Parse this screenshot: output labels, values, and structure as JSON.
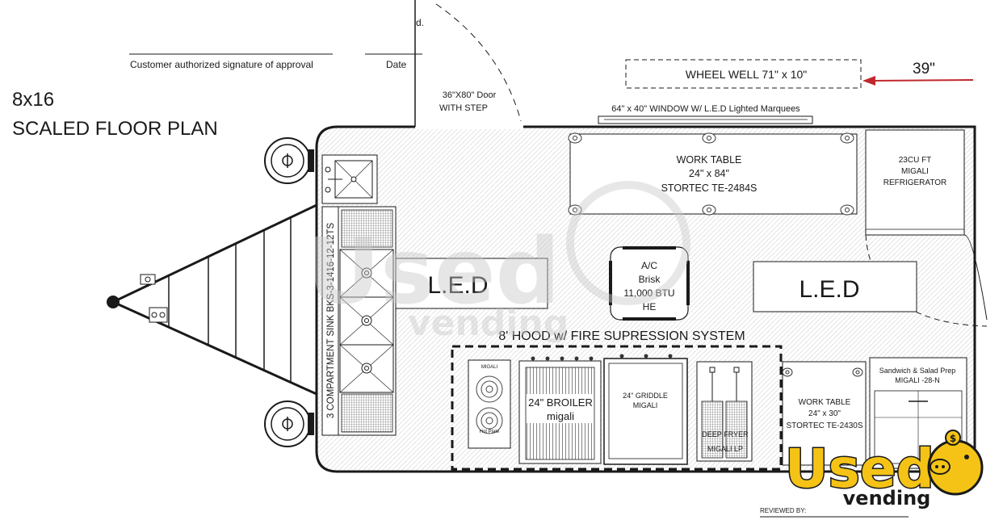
{
  "header": {
    "signature_label": "Customer authorized signature of approval",
    "date_label": "Date",
    "partial_top_text": "d.",
    "plan_size": "8x16",
    "plan_title": "SCALED FLOOR PLAN"
  },
  "door": {
    "line1": "36\"X80\" Door",
    "line2": "WITH STEP"
  },
  "wheel_well": {
    "label": "WHEEL WELL  71\" x 10\"",
    "dimension": "39\""
  },
  "window": {
    "label": "64\" x 40\" WINDOW W/ L.E.D Lighted Marquees"
  },
  "work_table_large": {
    "line1": "WORK TABLE",
    "line2": "24\" x 84\"",
    "line3": "STORTEC  TE-2484S"
  },
  "refrigerator": {
    "line1": "23CU FT",
    "line2": "MIGALI",
    "line3": "REFRIGERATOR"
  },
  "led_left": "L.E.D",
  "led_right": "L.E.D",
  "ac_unit": {
    "line1": "A/C",
    "line2": "Brisk",
    "line3": "11,000 BTU",
    "line4": "HE"
  },
  "sink": {
    "label": "3 COMPARTMENT SINK BKS-3-1416-12-12TS"
  },
  "hood": {
    "label": "8' HOOD w/ FIRE SUPRESSION SYSTEM"
  },
  "hot_plate": {
    "brand": "MIGALI",
    "label": "Hot Plate"
  },
  "broiler": {
    "line1": "24\" BROILER",
    "line2": "migali"
  },
  "griddle": {
    "line1": "24\" GRIDDLE",
    "line2": "MIGALI"
  },
  "deep_fryer": {
    "line1": "DEEP FRYER",
    "line2": "MIGALI LP"
  },
  "work_table_small": {
    "line1": "WORK TABLE",
    "line2": "24\" x 30\"",
    "line3": "STORTEC  TE-2430S"
  },
  "prep_table": {
    "line1": "Sandwich & Salad Prep",
    "line2": "MIGALI -28-N"
  },
  "reviewed_by": "REVIEWED BY:",
  "watermark": {
    "main": "Used",
    "sub": "vending"
  },
  "colors": {
    "line": "#1a1a1a",
    "arrow": "#c0282d",
    "logo_yellow": "#f4c316",
    "watermark_gray": "#cfcfcf"
  }
}
